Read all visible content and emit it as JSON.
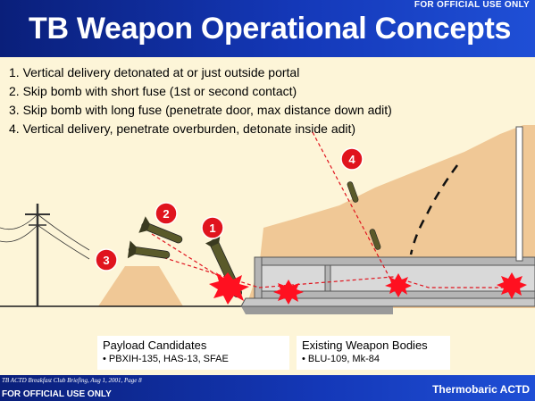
{
  "header": {
    "classification": "FOR OFFICIAL USE ONLY",
    "title": "TB Weapon Operational Concepts"
  },
  "concepts": [
    "1. Vertical delivery detonated at or just outside portal",
    "2. Skip bomb with short fuse (1st or second contact)",
    "3. Skip bomb with long fuse (penetrate door, max distance down adit)",
    "4. Vertical delivery, penetrate overburden, detonate inside adit)"
  ],
  "markers": [
    "1",
    "2",
    "3",
    "4"
  ],
  "payload": {
    "heading": "Payload Candidates",
    "items": "• PBXIH-135, HAS-13, SFAE"
  },
  "bodies": {
    "heading": "Existing Weapon Bodies",
    "items": "• BLU-109, Mk-84"
  },
  "footer": {
    "briefing_note": "TB ACTD Breakfast Club Briefing, Aug 1, 2001, Page 8",
    "classification": "FOR OFFICIAL USE ONLY",
    "program": "Thermobaric ACTD"
  },
  "colors": {
    "header_blue": "#1438b8",
    "background": "#fdf5d8",
    "terrain": "#f0c896",
    "marker_red": "#e0141e",
    "blast_red": "#ff1020",
    "bomb_olive": "#5a5a2a"
  }
}
